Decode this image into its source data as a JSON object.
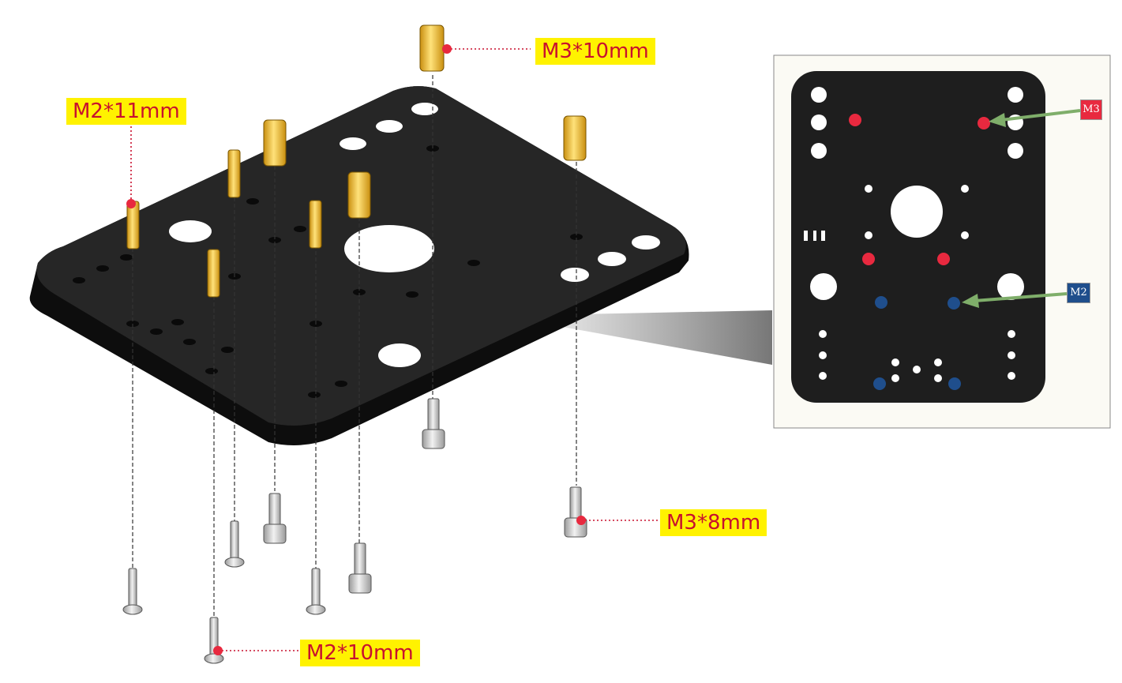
{
  "callouts": {
    "m3_10": "M3*10mm",
    "m2_11": "M2*11mm",
    "m3_8": "M3*8mm",
    "m2_10": "M2*10mm"
  },
  "inset": {
    "tag_m3": "M3",
    "tag_m2": "M2"
  },
  "colors": {
    "plate": "#1c1c1c",
    "brass": "#f1c232",
    "steel": "#d9d9d9",
    "highlight": "#fff200",
    "label_text": "#c8102e",
    "m3_marker": "#e8293f",
    "m2_marker": "#1f4e8c",
    "arrow": "#7fae6a"
  }
}
